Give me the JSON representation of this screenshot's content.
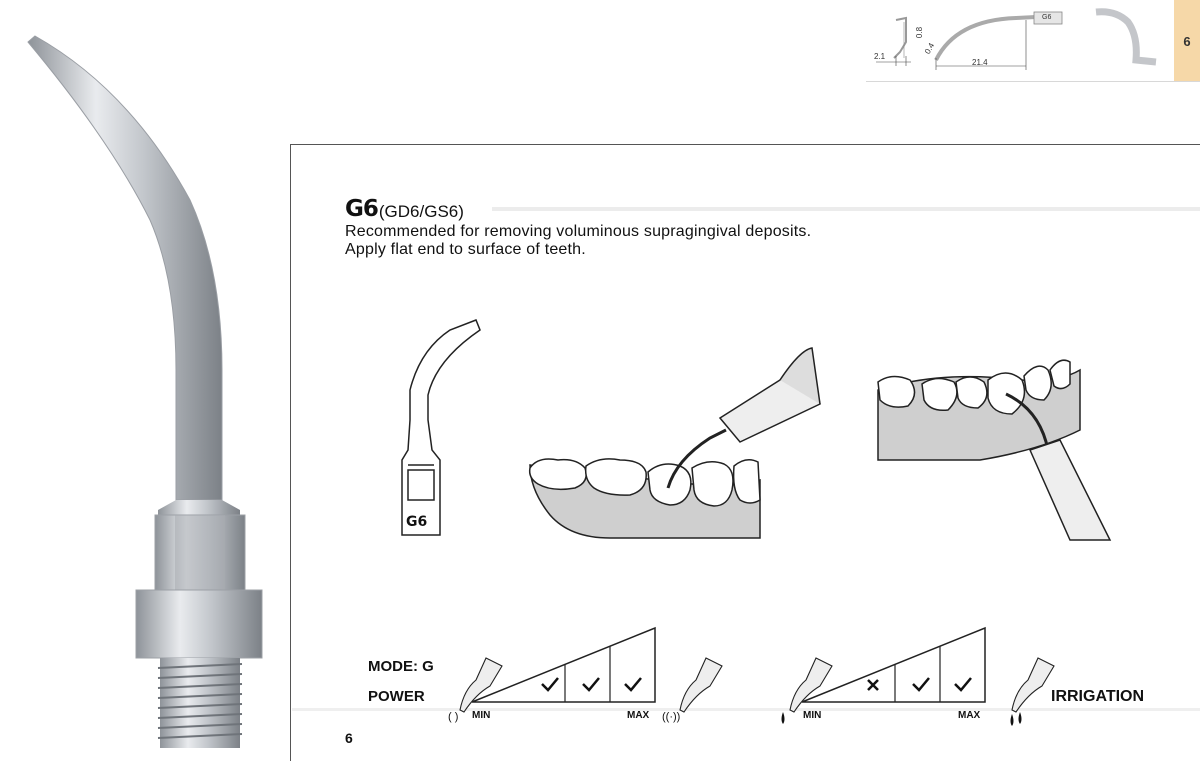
{
  "spec": {
    "page_tab": "6",
    "dims": [
      "2.1",
      "0.8",
      "0.4",
      "21.4"
    ],
    "tip_label": "G6"
  },
  "tip_photo": {
    "icon": "scaler-tip-photo"
  },
  "header": {
    "code": "G6",
    "alias": "(GD6/GS6)",
    "line1": "Recommended for removing voluminous supragingival deposits.",
    "line2": "Apply flat end to surface of teeth."
  },
  "illustrations": {
    "tip_engraving": "G6",
    "icons": [
      "tip-drawing",
      "lower-teeth-scaling-drawing",
      "upper-teeth-scaling-drawing"
    ]
  },
  "settings": {
    "mode_label": "MODE: G",
    "power_label": "POWER",
    "irrigation_label": "IRRIGATION",
    "power": {
      "min": "MIN",
      "max": "MAX",
      "marks": [
        "check",
        "check",
        "check"
      ]
    },
    "irrigation": {
      "min": "MIN",
      "max": "MAX",
      "marks": [
        "cross",
        "check",
        "check"
      ]
    }
  },
  "footer": {
    "page_number": "6"
  },
  "colors": {
    "tab": "#f6d8a8",
    "metal": "#b8bcc2"
  }
}
